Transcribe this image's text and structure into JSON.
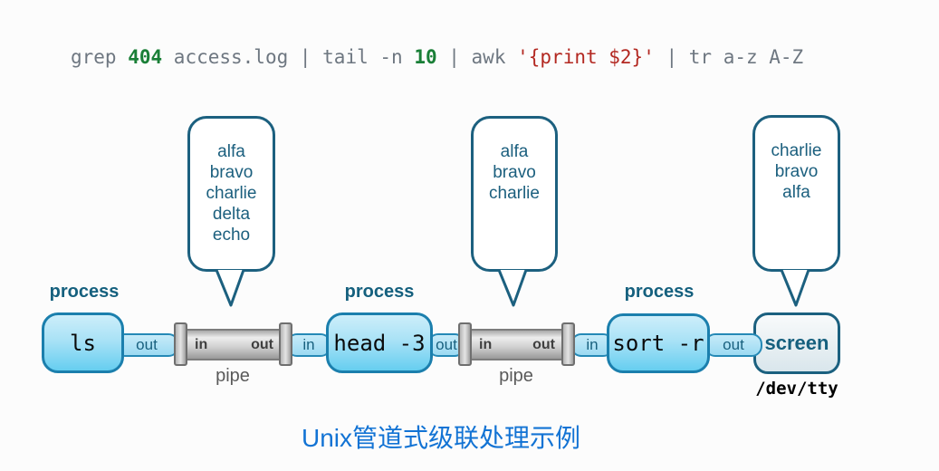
{
  "command_line": {
    "segments": [
      {
        "text": "grep "
      },
      {
        "text": "404"
      },
      {
        "text": " access.log | tail -n "
      },
      {
        "text": "10"
      },
      {
        "text": " | awk "
      },
      {
        "text": "'{print $2}'"
      },
      {
        "text": " | tr a-z A-Z"
      }
    ]
  },
  "bubbles": [
    {
      "lines": [
        "alfa",
        "bravo",
        "charlie",
        "delta",
        "echo"
      ]
    },
    {
      "lines": [
        "alfa",
        "bravo",
        "charlie"
      ]
    },
    {
      "lines": [
        "charlie",
        "bravo",
        "alfa"
      ]
    }
  ],
  "processes": [
    {
      "label": "process",
      "command": "ls"
    },
    {
      "label": "process",
      "command": "head -3"
    },
    {
      "label": "process",
      "command": "sort -r"
    }
  ],
  "pipes": [
    {
      "in_label": "in",
      "out_label": "out",
      "caption": "pipe"
    },
    {
      "in_label": "in",
      "out_label": "out",
      "caption": "pipe"
    }
  ],
  "connectors": [
    {
      "label": "out"
    },
    {
      "label": "in"
    },
    {
      "label": "out"
    },
    {
      "label": "in"
    },
    {
      "label": "out"
    }
  ],
  "screen": {
    "label": "screen",
    "device": "/dev/tty"
  },
  "caption": "Unix管道式级联处理示例",
  "colors": {
    "accent_teal": "#15607e",
    "box_border_blue": "#1b7fad",
    "box_fill_blue": "#66cef0",
    "tube_fill_blue": "#9cdaf2",
    "pipe_gray": "#cfcfcf",
    "command_gray": "#6e7781",
    "command_green": "#1a7f37",
    "command_red": "#b32821",
    "caption_blue": "#1273d4"
  }
}
